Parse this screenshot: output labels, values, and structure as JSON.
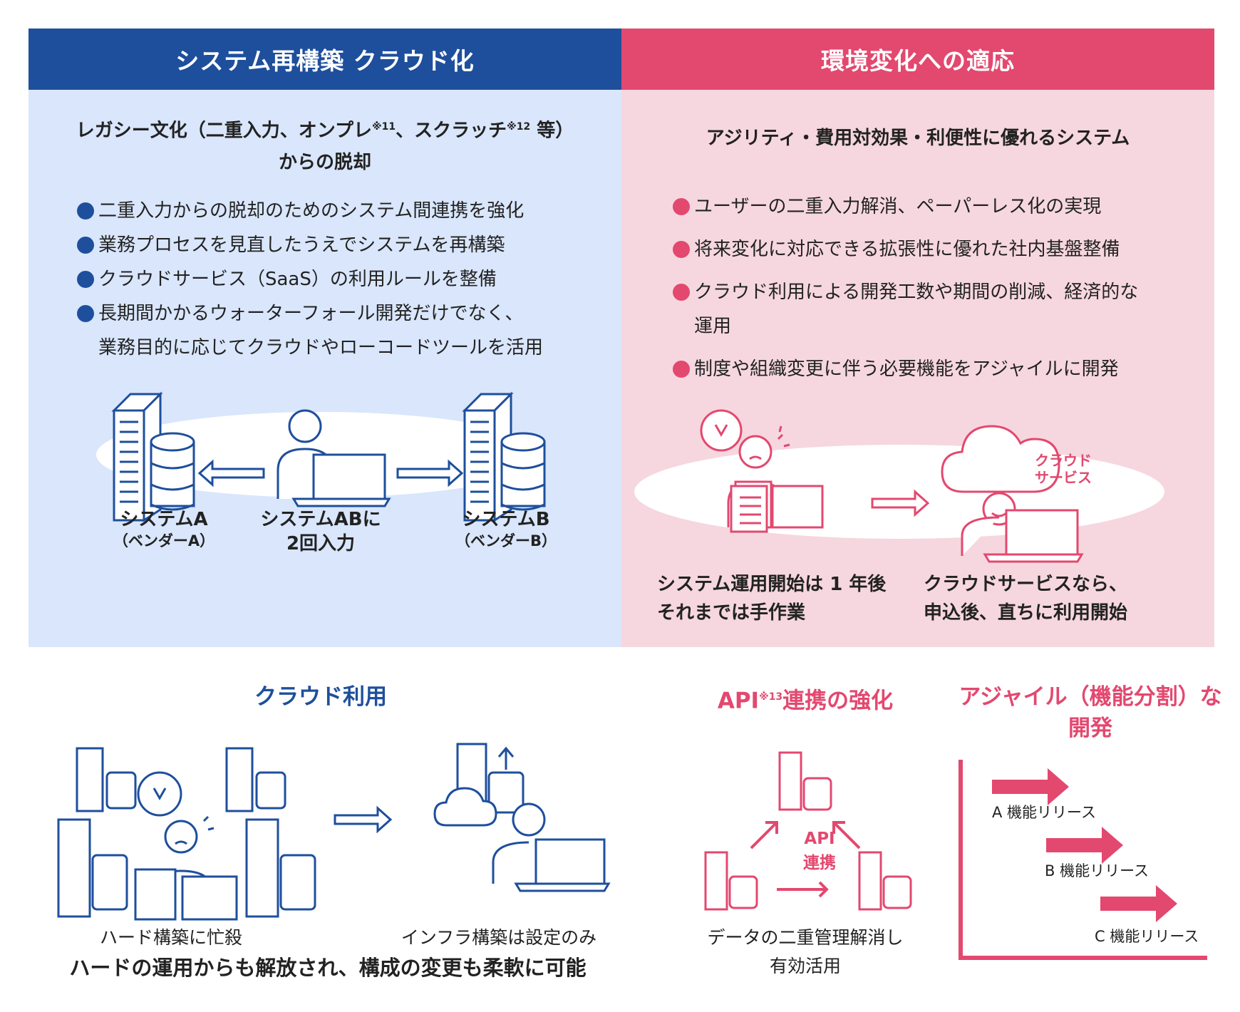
{
  "colors": {
    "blue": "#1e4f9c",
    "pink": "#e3486f",
    "light_blue_bg": "#d9e6fb",
    "light_pink_bg": "#f6d7df"
  },
  "left_panel": {
    "header": "システム再構築 クラウド化",
    "subtitle_line1_a": "レガシー文化（二重入力、オンプレ",
    "sup1": "※11",
    "subtitle_line1_b": "、スクラッチ",
    "sup2": "※12",
    "subtitle_line1_c": " 等）",
    "subtitle_line2": "からの脱却",
    "bullets": [
      "二重入力からの脱却のためのシステム間連携を強化",
      "業務プロセスを見直したうえでシステムを再構築",
      "クラウドサービス（SaaS）の利用ルールを整備",
      "長期間かかるウォーターフォール開発だけでなく、"
    ],
    "bullet4_cont": "業務目的に応じてクラウドやローコードツールを活用",
    "system_a": "システムA",
    "system_a_sub": "（ベンダーA）",
    "center_cap_1": "システムABに",
    "center_cap_2": "2回入力",
    "system_b": "システムB",
    "system_b_sub": "（ベンダーB）"
  },
  "right_panel": {
    "header": "環境変化への適応",
    "subtitle": "アジリティ・費用対効果・利便性に優れるシステム",
    "bullets": [
      "ユーザーの二重入力解消、ペーパーレス化の実現",
      "将来変化に対応できる拡張性に優れた社内基盤整備",
      "クラウド利用による開発工数や期間の削減、経済的な"
    ],
    "bullet3_cont": "運用",
    "bullet4": "制度や組織変更に伴う必要機能をアジャイルに開発",
    "cloud_label_1": "クラウド",
    "cloud_label_2": "サービス",
    "left_cap_1": "システム運用開始は 1 年後",
    "left_cap_2": "それまでは手作業",
    "right_cap_1": "クラウドサービスなら、",
    "right_cap_2": "申込後、直ちに利用開始"
  },
  "cloud_section": {
    "title": "クラウド利用",
    "left_caption": "ハード構築に忙殺",
    "right_caption": "インフラ構築は設定のみ",
    "bottom_text": "ハードの運用からも解放され、構成の変更も柔軟に可能"
  },
  "api_section": {
    "title_a": "API",
    "title_sup": "※13",
    "title_b": "連携の強化",
    "label_1": "API",
    "label_2": "連携",
    "caption_1": "データの二重管理解消し",
    "caption_2": "有効活用"
  },
  "agile_section": {
    "title_1": "アジャイル（機能分割）な",
    "title_2": "開発",
    "releases": [
      "A 機能リリース",
      "B 機能リリース",
      "C 機能リリース"
    ]
  }
}
